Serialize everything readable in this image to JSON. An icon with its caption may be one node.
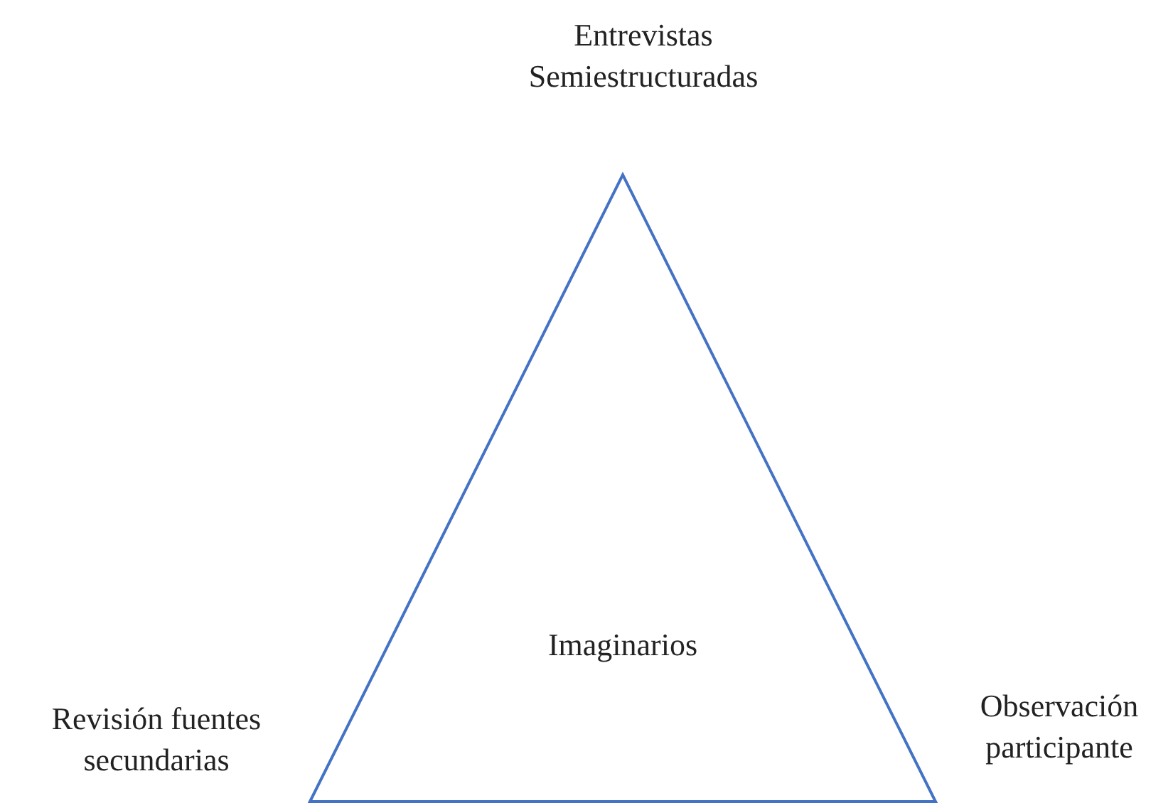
{
  "diagram": {
    "nodes": [
      {
        "text": [
          "Imaginarios"
        ]
      }
    ],
    "labels": [
      "Entrevistas Semiestructuradas",
      "Revisión fuentes secundarias",
      "Observación participante"
    ]
  }
}
